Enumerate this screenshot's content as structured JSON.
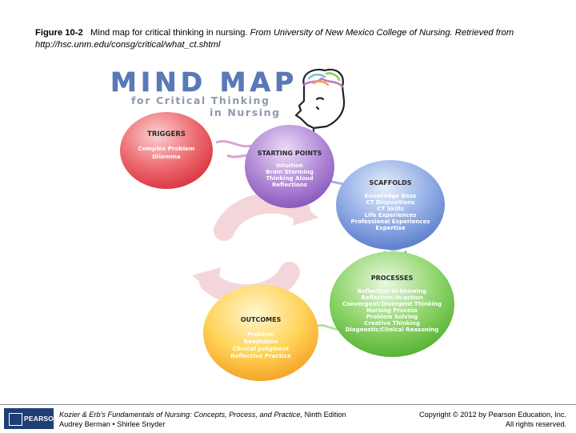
{
  "caption": {
    "figure_label": "Figure 10-2",
    "description": "Mind map for critical thinking in nursing.",
    "source": "From University of New Mexico College of Nursing. Retrieved from http://hsc.unm.edu/consg/critical/what_ct.shtml"
  },
  "mindmap": {
    "title": "MIND MAP",
    "subtitle_line1": "for Critical Thinking",
    "subtitle_line2": "in Nursing",
    "nodes": [
      {
        "title": "TRIGGERS",
        "items": [
          "Complex Problem",
          "Dilemma"
        ],
        "color": "#e8505b"
      },
      {
        "title": "STARTING POINTS",
        "items": [
          "Intuition",
          "Brain Storming",
          "Thinking Aloud",
          "Reflections"
        ],
        "color": "#9a68c7"
      },
      {
        "title": "SCAFFOLDS",
        "items": [
          "Knowledge Base",
          "CT Dispositions",
          "CT Skills",
          "Life Experiences",
          "Professional Experiences",
          "Expertise"
        ],
        "color": "#6b8fd6"
      },
      {
        "title": "PROCESSES",
        "items": [
          "Reflection-in-knowing",
          "Reflection-in-action",
          "Convergent/Divergent Thinking",
          "Nursing Process",
          "Problem Solving",
          "Creative Thinking",
          "Diagnostic/Clinical Reasoning"
        ],
        "color": "#6cc24a"
      },
      {
        "title": "OUTCOMES",
        "items": [
          "Problem",
          "Resolution",
          "Clinical Judgment",
          "Reflective Practice"
        ],
        "color": "#f5b82a"
      }
    ]
  },
  "footer": {
    "logo_text": "PEARSON",
    "book_title": "Kozier & Erb's Fundamentals of Nursing: Concepts, Process, and Practice,",
    "edition": "Ninth Edition",
    "authors": "Audrey Berman • Shirlee Snyder",
    "copyright": "Copyright © 2012 by Pearson Education, Inc.",
    "rights": "All rights reserved."
  }
}
